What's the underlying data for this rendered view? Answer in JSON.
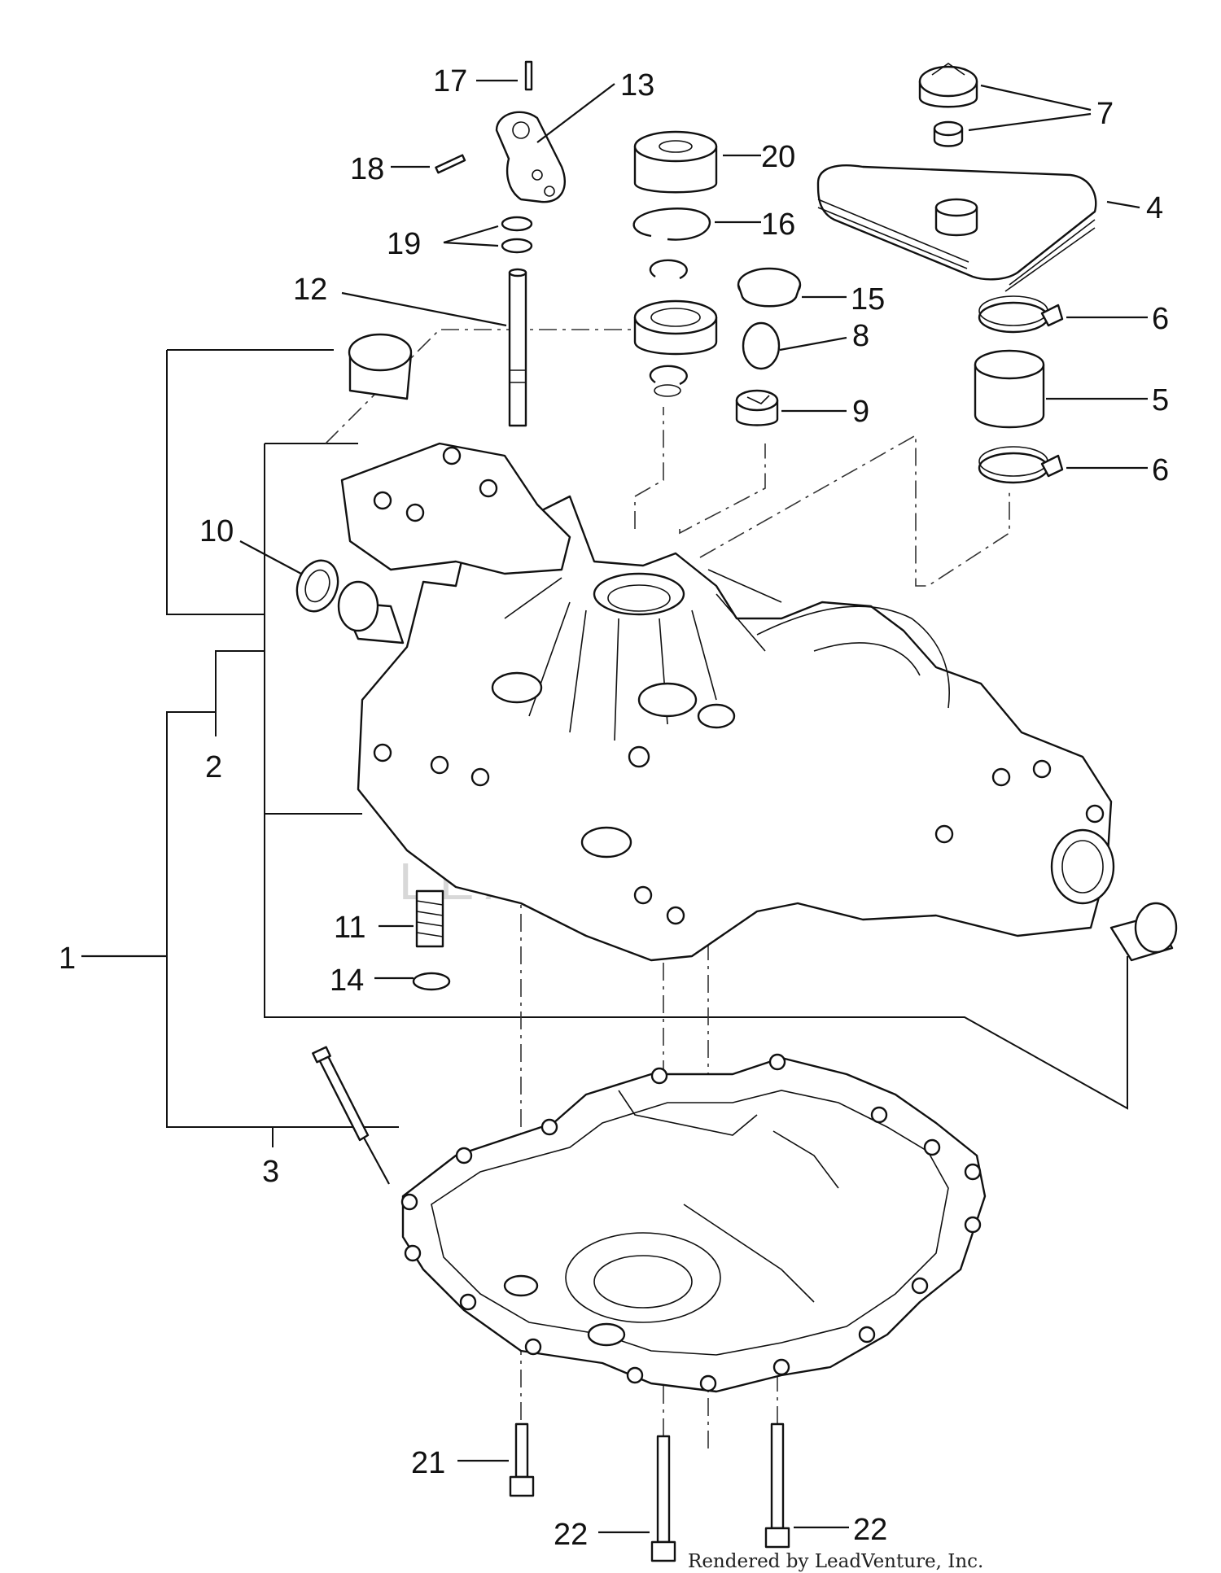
{
  "diagram": {
    "watermark": "LEADVENTURE",
    "credit": "Rendered by LeadVenture, Inc.",
    "callouts": [
      {
        "id": "c17",
        "label": "17"
      },
      {
        "id": "c13",
        "label": "13"
      },
      {
        "id": "c18",
        "label": "18"
      },
      {
        "id": "c19",
        "label": "19"
      },
      {
        "id": "c12",
        "label": "12"
      },
      {
        "id": "c20",
        "label": "20"
      },
      {
        "id": "c16",
        "label": "16"
      },
      {
        "id": "c15",
        "label": "15"
      },
      {
        "id": "c8",
        "label": "8"
      },
      {
        "id": "c9",
        "label": "9"
      },
      {
        "id": "c7",
        "label": "7"
      },
      {
        "id": "c4",
        "label": "4"
      },
      {
        "id": "c6a",
        "label": "6"
      },
      {
        "id": "c5",
        "label": "5"
      },
      {
        "id": "c6b",
        "label": "6"
      },
      {
        "id": "c10",
        "label": "10"
      },
      {
        "id": "c2",
        "label": "2"
      },
      {
        "id": "c1",
        "label": "1"
      },
      {
        "id": "c11",
        "label": "11"
      },
      {
        "id": "c14",
        "label": "14"
      },
      {
        "id": "c3",
        "label": "3"
      },
      {
        "id": "c21",
        "label": "21"
      },
      {
        "id": "c22a",
        "label": "22"
      },
      {
        "id": "c22b",
        "label": "22"
      }
    ]
  }
}
